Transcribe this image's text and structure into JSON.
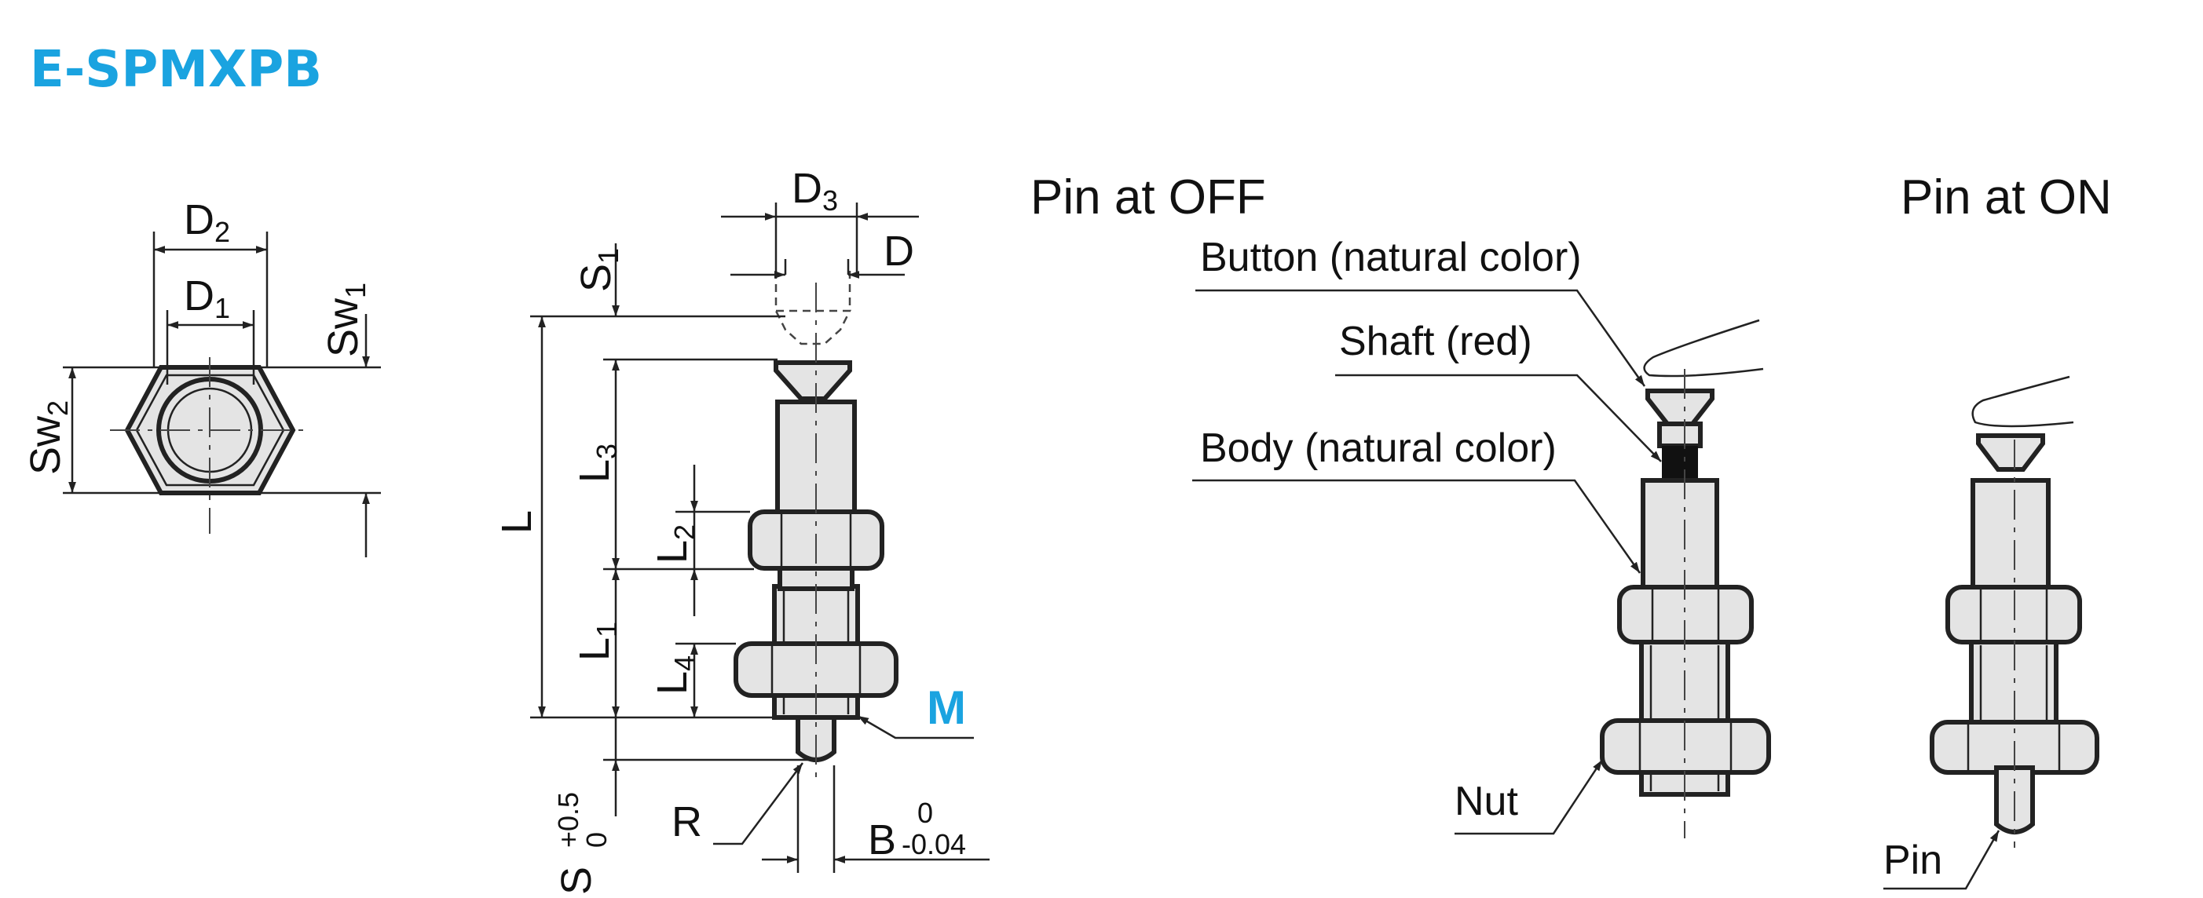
{
  "title": "E-SPMXPB",
  "colors": {
    "title": "#1aa3e0",
    "m_label": "#1aa3e0",
    "shaft_band": "#111111",
    "part_fill": "#e4e4e4"
  },
  "end_view": {
    "dim_D2": "D",
    "dim_D2_sub": "2",
    "dim_D1": "D",
    "dim_D1_sub": "1",
    "dim_Sw1": "Sw",
    "dim_Sw1_sub": "1",
    "dim_Sw2": "Sw",
    "dim_Sw2_sub": "2"
  },
  "side_view": {
    "dim_D3": "D",
    "dim_D3_sub": "3",
    "dim_D": "D",
    "dim_S1": "S",
    "dim_S1_sub": "1",
    "dim_L": "L",
    "dim_L3": "L",
    "dim_L3_sub": "3",
    "dim_L2": "L",
    "dim_L2_sub": "2",
    "dim_L1": "L",
    "dim_L1_sub": "1",
    "dim_L4": "L",
    "dim_L4_sub": "4",
    "dim_S": "S",
    "dim_S_tol_upper": "+0.5",
    "dim_S_tol_lower": "0",
    "dim_R": "R",
    "dim_B": "B",
    "dim_B_tol_upper": "0",
    "dim_B_tol_lower": "-0.04",
    "label_M": "M"
  },
  "pin_off": {
    "header": "Pin at OFF",
    "button": "Button (natural color)",
    "shaft": "Shaft (red)",
    "body": "Body (natural color)",
    "nut": "Nut"
  },
  "pin_on": {
    "header": "Pin at ON",
    "pin": "Pin"
  }
}
